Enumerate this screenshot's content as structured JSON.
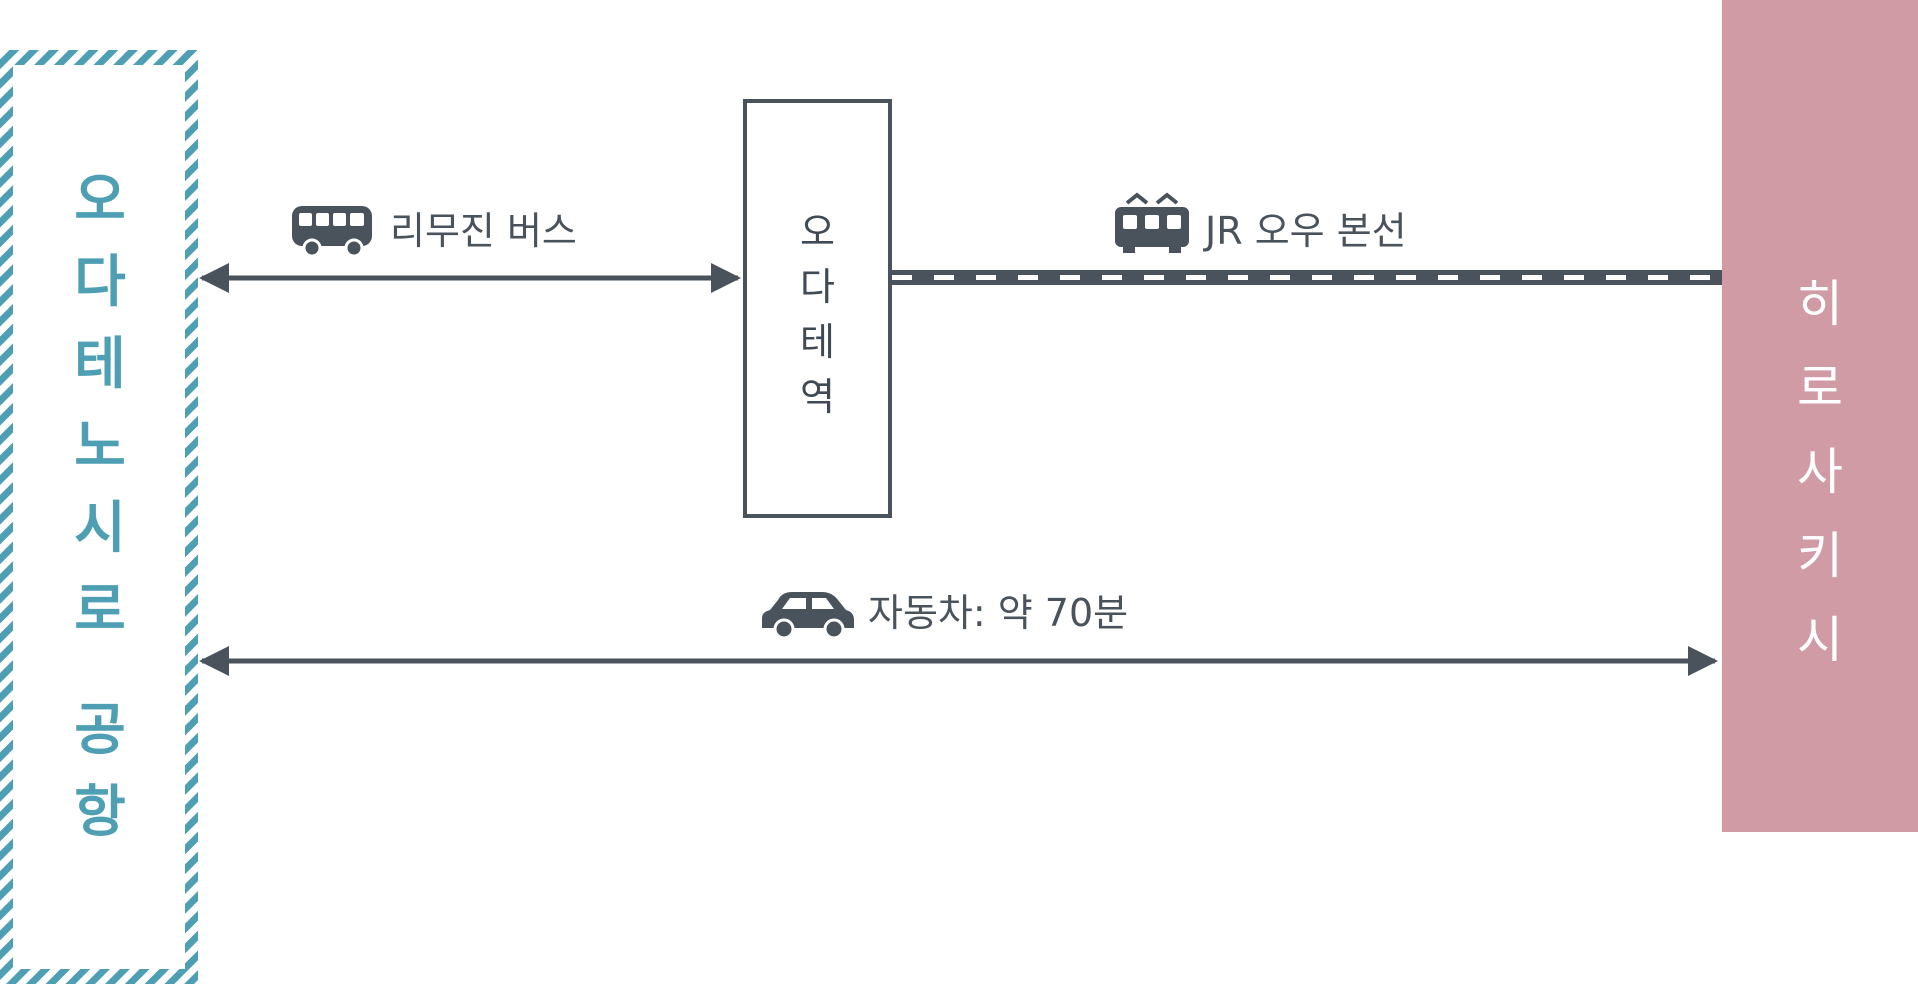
{
  "airport": {
    "name_chars": [
      "오",
      "다",
      "테",
      "노",
      "시",
      "로"
    ],
    "suffix_chars": [
      "공",
      "항"
    ],
    "color": "#4e9fb3"
  },
  "station": {
    "name_chars": [
      "오",
      "다",
      "테",
      "역"
    ]
  },
  "city": {
    "name_chars": [
      "히",
      "로",
      "사",
      "키",
      "시"
    ],
    "color": "#d09ba5"
  },
  "routes": {
    "bus": {
      "icon": "bus-icon",
      "label": "리무진 버스"
    },
    "rail": {
      "icon": "train-icon",
      "label": "JR 오우 본선"
    },
    "car": {
      "icon": "car-icon",
      "label": "자동차: 약 70분"
    }
  },
  "colors": {
    "line": "#4a535c",
    "text": "#4a525b"
  }
}
